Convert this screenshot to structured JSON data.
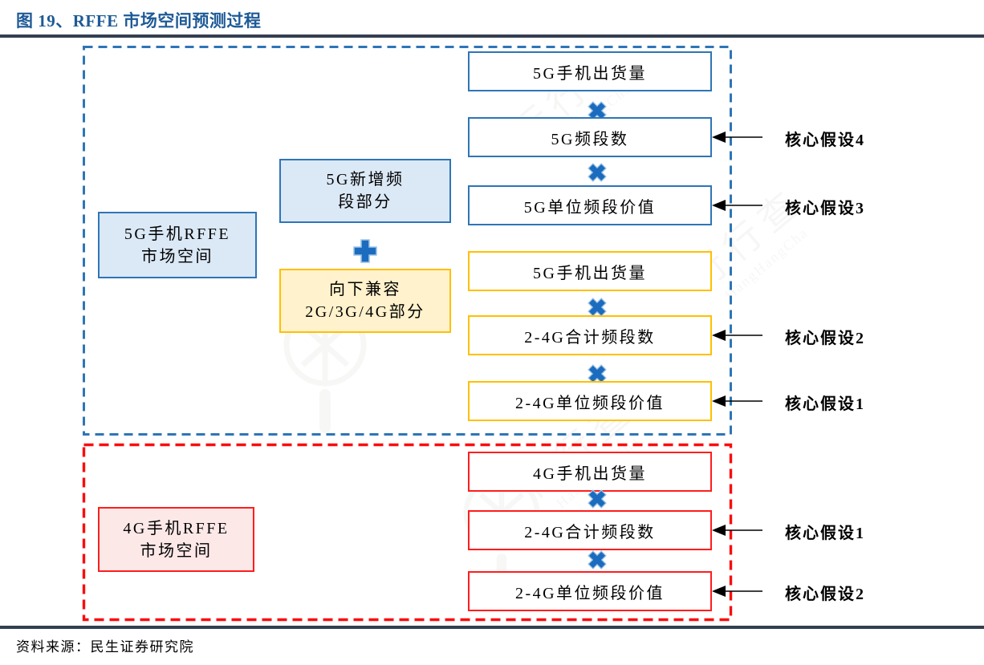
{
  "figure": {
    "title": "图 19、RFFE 市场空间预测过程",
    "source_note": "资料来源：民生证券研究院"
  },
  "colors": {
    "title_blue": "#1E5A96",
    "rule_navy": "#333F50",
    "blue_accent": "#2E75B6",
    "blue_fill": "#DBE8F6",
    "yellow_accent": "#FFC000",
    "yellow_fill": "#FFF2CC",
    "red_accent": "#FF1D1D",
    "red_fill": "#FDE8E8",
    "operator_blue": "#1B6CBE"
  },
  "top_section": {
    "result_box": {
      "line1": "5G手机RFFE",
      "line2": "市场空间"
    },
    "new_band_box": {
      "line1": "5G新增频",
      "line2": "段部分"
    },
    "backward_box": {
      "line1": "向下兼容",
      "line2": "2G/3G/4G部分"
    },
    "blue_chain": {
      "box1": "5G手机出货量",
      "box2": "5G频段数",
      "box2_assumption": "核心假设4",
      "box3": "5G单位频段价值",
      "box3_assumption": "核心假设3"
    },
    "yellow_chain": {
      "box1": "5G手机出货量",
      "box2": "2-4G合计频段数",
      "box2_assumption": "核心假设2",
      "box3": "2-4G单位频段价值",
      "box3_assumption": "核心假设1"
    }
  },
  "bottom_section": {
    "result_box": {
      "line1": "4G手机RFFE",
      "line2": "市场空间"
    },
    "red_chain": {
      "box1": "4G手机出货量",
      "box2": "2-4G合计频段数",
      "box2_assumption": "核心假设1",
      "box3": "2-4G单位频段价值",
      "box3_assumption": "核心假设2"
    }
  },
  "watermark": {
    "logo_text": "行行查",
    "subtext": "HangHangCha"
  }
}
